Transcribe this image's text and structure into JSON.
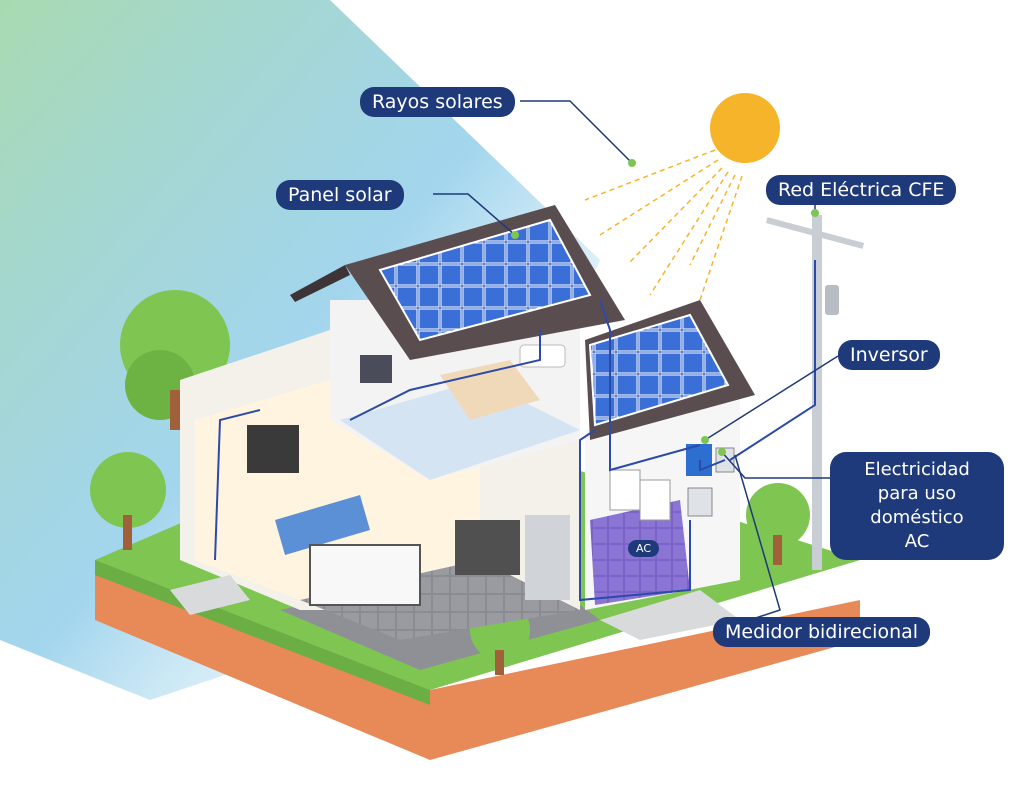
{
  "labels": {
    "rayos": "Rayos solares",
    "panel": "Panel solar",
    "red": "Red Eléctrica CFE",
    "inversor": "Inversor",
    "electricidad": [
      "Electricidad",
      "para uso",
      "doméstico",
      "AC"
    ],
    "medidor": "Medidor bidirecional",
    "ac": "AC"
  },
  "colors": {
    "label_bg": "#1f3a7a",
    "sun": "#f6b42a",
    "panel": "#2f5ec4",
    "roof": "#5a4d4f",
    "grass": "#7ec552",
    "soil": "#e88a57",
    "wire": "#2c4aa8"
  }
}
